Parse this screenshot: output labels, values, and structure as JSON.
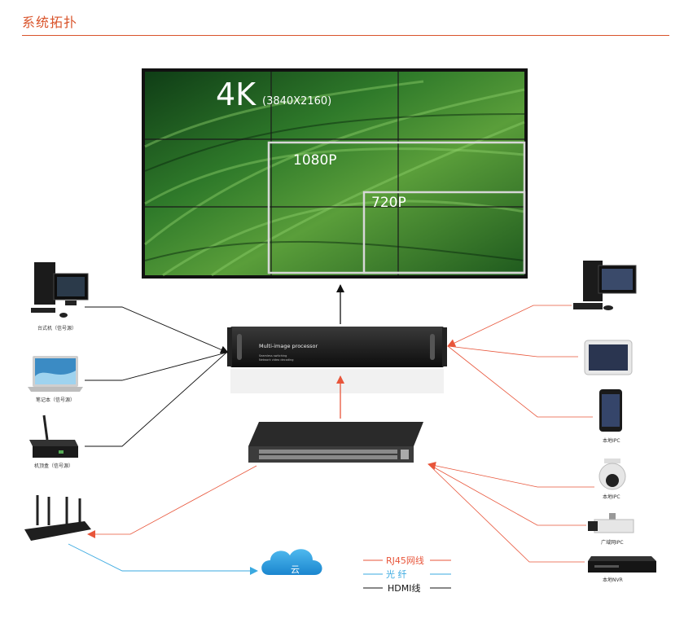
{
  "title": "系统拓扑",
  "wall": {
    "res_4k_big": "4K",
    "res_4k_detail": "(3840X2160)",
    "res_1080": "1080P",
    "res_720": "720P"
  },
  "processor": {
    "name": "Multi-image processor",
    "line1": "Seamless switching",
    "line2": "Network video decoding"
  },
  "sources_left": [
    {
      "label": "台式机（信号源）"
    },
    {
      "label": "笔记本（信号源）"
    },
    {
      "label": "机顶盒（信号源）"
    }
  ],
  "devices_right": [
    {
      "label": ""
    },
    {
      "label": ""
    },
    {
      "label": "本地IPC"
    },
    {
      "label": "本地IPC"
    },
    {
      "label": "广域网IPC"
    },
    {
      "label": "本地NVR"
    }
  ],
  "cloud": "云",
  "legend": [
    {
      "label": "RJ45网线",
      "color": "#e8553a"
    },
    {
      "label": "光      纤",
      "color": "#3aa9e0"
    },
    {
      "label": "HDMI线",
      "color": "#111111"
    }
  ],
  "colors": {
    "rj45": "#e8553a",
    "fiber": "#3aa9e0",
    "hdmi": "#111111",
    "title": "#d9542b"
  }
}
